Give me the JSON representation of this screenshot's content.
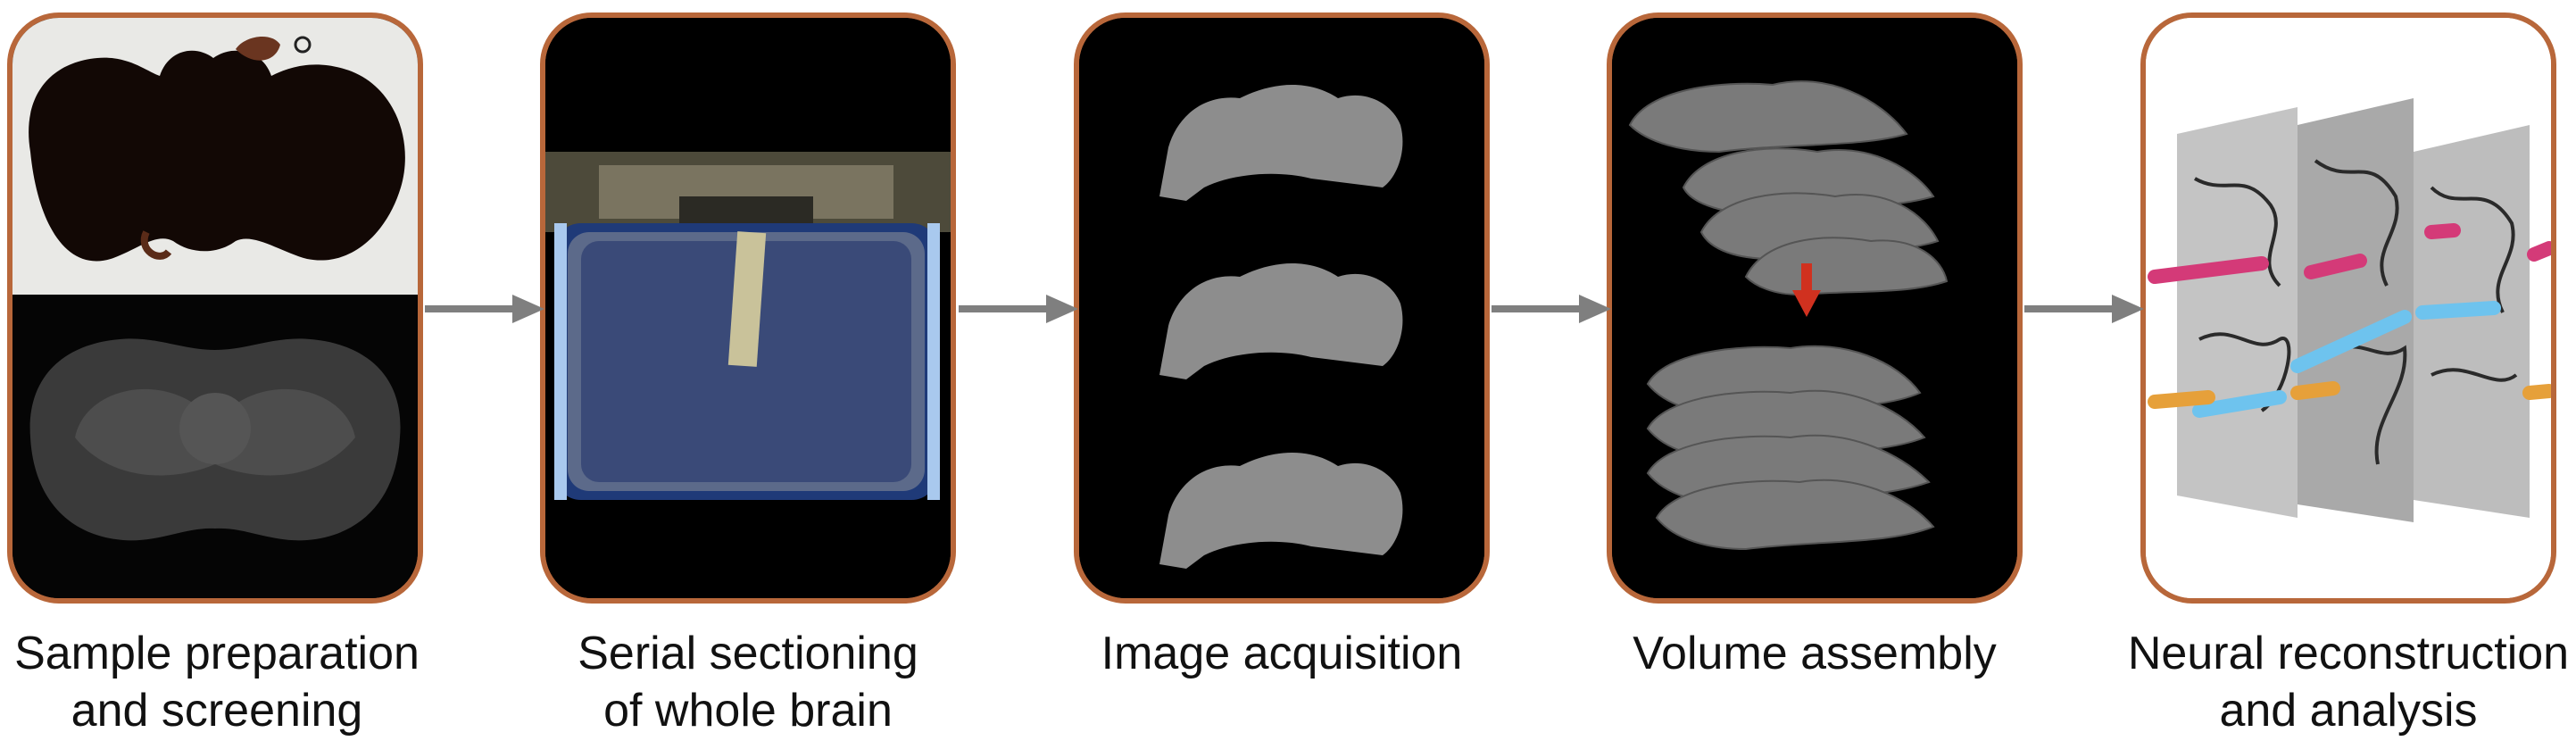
{
  "steps": [
    {
      "lines": [
        "Sample preparation",
        "and screening"
      ],
      "image": "fly-brain-light-and-fluorescence-micrographs"
    },
    {
      "lines": [
        "Serial sectioning",
        "of whole brain"
      ],
      "image": "ultramicrotome-ribbon-of-sections"
    },
    {
      "lines": [
        "Image acquisition",
        ""
      ],
      "image": "em-section-images-stack"
    },
    {
      "lines": [
        "Volume assembly",
        ""
      ],
      "image": "aligned-3d-section-volume"
    },
    {
      "lines": [
        "Neural reconstruction",
        "and analysis"
      ],
      "image": "traced-neurites-over-em-sections"
    }
  ],
  "colors": {
    "panel_border": "#b8673a",
    "arrow": "#7f7f7f",
    "assembly_arrow": "#d0311f",
    "neurite_magenta": "#d43a78",
    "neurite_blue": "#6ec3ee",
    "neurite_orange": "#e6a03a"
  },
  "icons": [
    "right-arrow-icon",
    "down-arrow-icon"
  ]
}
